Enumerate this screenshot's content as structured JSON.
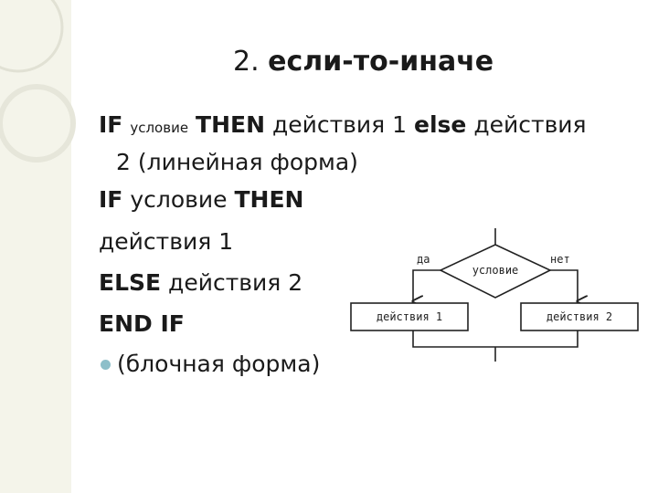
{
  "title": {
    "number": "2.",
    "text": "если-то-иначе"
  },
  "linear": {
    "kw_if": "IF",
    "cond": "условие",
    "kw_then": "THEN",
    "act1": "действия 1",
    "kw_else": "else",
    "act2_part1": "действия",
    "act2_part2": "2 (линейная форма)"
  },
  "block": {
    "kw_if": "IF",
    "cond": "условие",
    "kw_then": "THEN",
    "act1": "действия 1",
    "kw_else": "ELSE",
    "act2": "действия 2",
    "kw_end": "END IF",
    "form": "(блочная форма)"
  },
  "flowchart": {
    "condition": "условие",
    "yes": "да",
    "no": "нет",
    "action1": "действия 1",
    "action2": "действия 2"
  }
}
